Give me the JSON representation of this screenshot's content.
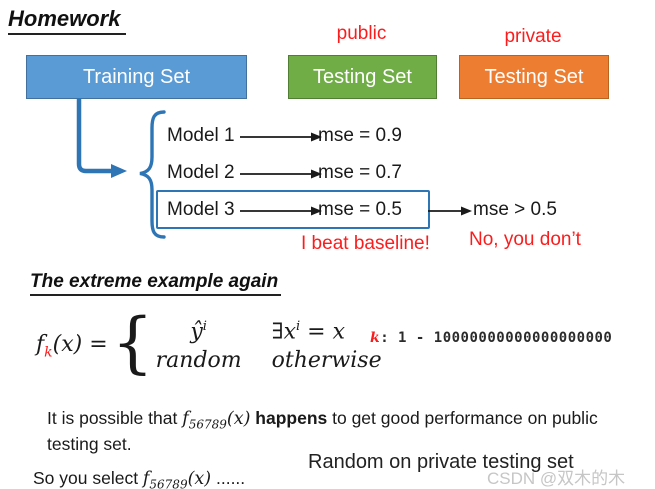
{
  "slide": {
    "title": "Homework",
    "section_title": "The extreme example again",
    "watermark": "CSDN @双木的木"
  },
  "datasets": {
    "training": "Training Set",
    "public_tag": "public",
    "private_tag": "private",
    "public_testing": "Testing Set",
    "private_testing": "Testing Set"
  },
  "colors": {
    "training_fill": "#5b9bd5",
    "public_fill": "#70ad47",
    "private_fill": "#ed7d31",
    "callout_red": "#fb1d1d",
    "connector_blue": "#2e75b6"
  },
  "models": [
    {
      "name": "Model 1",
      "mse": "mse = 0.9"
    },
    {
      "name": "Model 2",
      "mse": "mse = 0.7"
    },
    {
      "name": "Model 3",
      "mse": "mse = 0.5"
    }
  ],
  "private_mse": "mse > 0.5",
  "callouts": {
    "beat_baseline": "I beat baseline!",
    "no_you_dont": "No, you don’t"
  },
  "formula": {
    "f": "f",
    "k": "k",
    "args": "(x) =",
    "brace": "{",
    "case_value_1_base": "ŷ",
    "case_value_1_sup": "i",
    "case_cond_1_pre": "∃",
    "case_cond_1_x": "x",
    "case_cond_1_sup": "i",
    "case_cond_1_post": " = x",
    "case_value_2": "random",
    "case_cond_2": "otherwise",
    "k_range_k": "k",
    "k_range_rest": ": 1 - 10000000000000000000"
  },
  "paragraphs": {
    "p1_pre": "It is possible that ",
    "p1_f": "f",
    "p1_sub": "56789",
    "p1_args": "(x)",
    "p1_bold": " happens ",
    "p1_post": "to get good performance on public testing set.",
    "p2_pre": "So you select ",
    "p2_f": "f",
    "p2_sub": "56789",
    "p2_args": "(x)",
    "p2_dots": " ......",
    "random_note": "Random on private testing set"
  }
}
